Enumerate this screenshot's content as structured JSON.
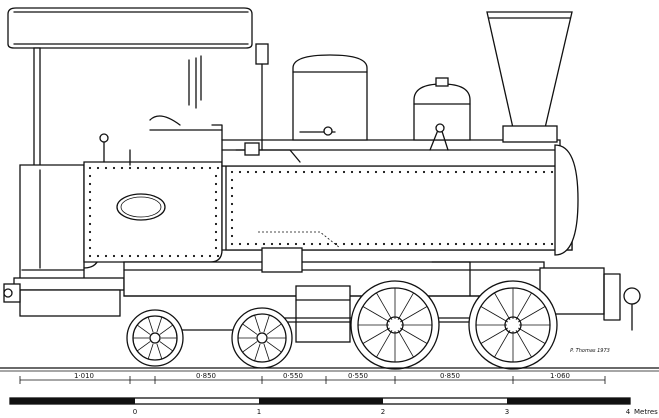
{
  "dimensions": {
    "labels": [
      "1·010",
      "0·850",
      "0·550",
      "0·550",
      "0·850",
      "1·060"
    ]
  },
  "scale": {
    "ticks": [
      "0",
      "1",
      "2",
      "3",
      "4"
    ],
    "unit": "Metres"
  },
  "signature": "P. Thomas 1973",
  "colors": {
    "ink": "#111111",
    "paper": "#ffffff"
  }
}
